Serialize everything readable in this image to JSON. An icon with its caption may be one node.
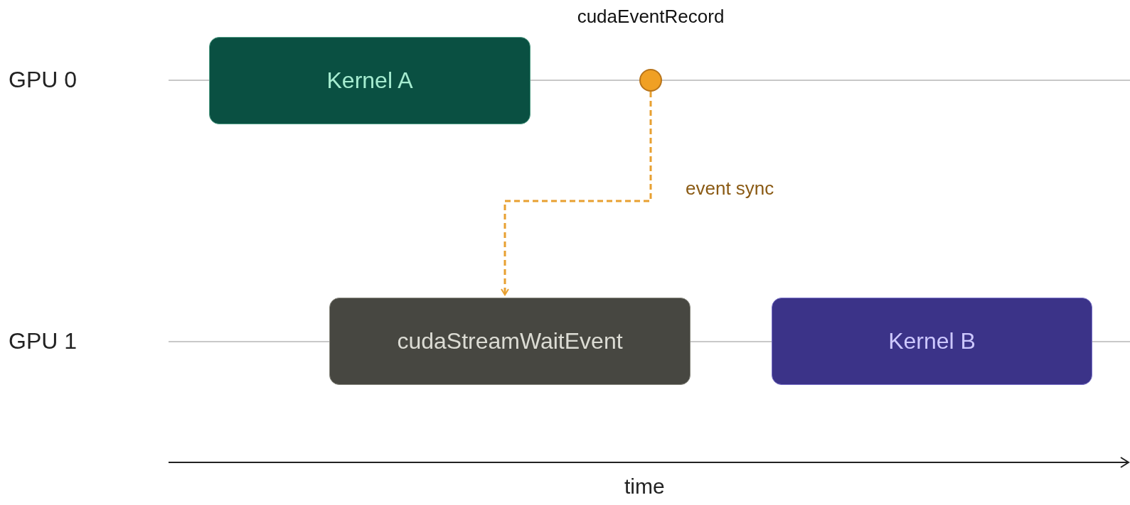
{
  "diagram": {
    "nodes": [
      {
        "text": [
          "Kernel A"
        ]
      },
      {
        "text": [
          "cudaEventRecord"
        ]
      },
      {
        "text": [
          "cudaStreamWaitEvent"
        ]
      },
      {
        "text": [
          "Kernel B"
        ]
      }
    ],
    "edges": [
      {
        "from": 1,
        "to": 2,
        "arrow": "to",
        "label": "event sync",
        "style": "dashed",
        "color": "#e8a030"
      }
    ],
    "labels": [
      "GPU 0",
      "GPU 1",
      "time"
    ]
  }
}
